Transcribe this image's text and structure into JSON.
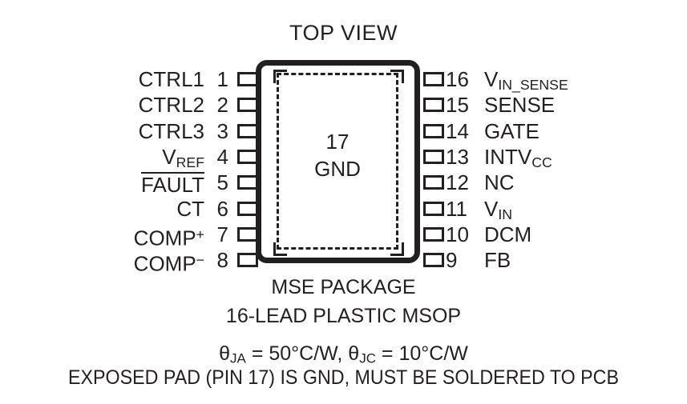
{
  "title": "TOP VIEW",
  "package": {
    "exposed_pad_number": "17",
    "exposed_pad_label": "GND"
  },
  "pins_left": [
    {
      "number": "1",
      "label": "CTRL1",
      "overbar": false
    },
    {
      "number": "2",
      "label": "CTRL2",
      "overbar": false
    },
    {
      "number": "3",
      "label": "CTRL3",
      "overbar": false
    },
    {
      "number": "4",
      "label": "VREF",
      "base": "V",
      "sub": "REF",
      "overbar": false
    },
    {
      "number": "5",
      "label": "FAULT",
      "overbar": true
    },
    {
      "number": "6",
      "label": "CT",
      "overbar": false
    },
    {
      "number": "7",
      "label": "COMP+",
      "base": "COMP",
      "sup": "+",
      "overbar": false
    },
    {
      "number": "8",
      "label": "COMP-",
      "base": "COMP",
      "sup": "−",
      "overbar": false
    }
  ],
  "pins_right": [
    {
      "number": "16",
      "label": "VIN_SENSE",
      "base": "V",
      "sub": "IN_SENSE"
    },
    {
      "number": "15",
      "label": "SENSE"
    },
    {
      "number": "14",
      "label": "GATE"
    },
    {
      "number": "13",
      "label": "INTVCC",
      "base": "INTV",
      "sub": "CC"
    },
    {
      "number": "12",
      "label": "NC"
    },
    {
      "number": "11",
      "label": "VIN",
      "base": "V",
      "sub": "IN"
    },
    {
      "number": "10",
      "label": "DCM"
    },
    {
      "number": "9",
      "label": "FB"
    }
  ],
  "captions": {
    "package_name": "MSE PACKAGE",
    "package_desc": "16-LEAD PLASTIC MSOP",
    "thermal_theta_ja_symbol": "θ",
    "thermal_theta_ja_sub": "JA",
    "thermal_theta_ja_value": " = 50°C/W, ",
    "thermal_theta_jc_symbol": "θ",
    "thermal_theta_jc_sub": "JC",
    "thermal_theta_jc_value": " = 10°C/W",
    "exposed_pad_note": "EXPOSED PAD (PIN 17) IS GND, MUST BE SOLDERED TO PCB"
  },
  "colors": {
    "ink": "#231f20",
    "background": "#ffffff"
  }
}
